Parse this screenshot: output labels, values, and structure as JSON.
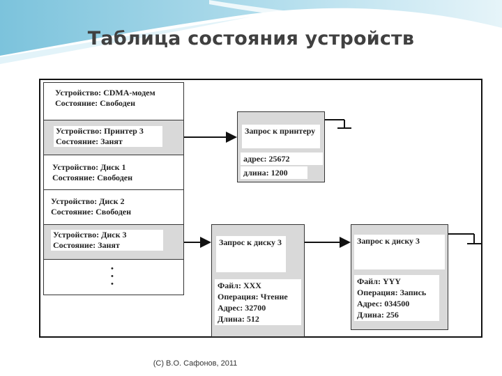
{
  "title": "Таблица состояния устройств",
  "table_rows": [
    {
      "device": "Устройство: CDMA-модем",
      "state": "Состояние: Свободен"
    },
    {
      "device": "Устройство: Принтер 3",
      "state": "Состояние: Занят"
    },
    {
      "device": "Устройство: Диск 1",
      "state": "Состояние: Свободен"
    },
    {
      "device": "Устройство: Диск 2",
      "state": "Состояние: Свободен"
    },
    {
      "device": "Устройство: Диск 3",
      "state": "Состояние: Занят"
    }
  ],
  "ellipsis": "•\n•\n•",
  "printer_request": {
    "title": "Запрос к принтеру",
    "address": "адрес: 25672",
    "length": "длина: 1200"
  },
  "disk_request_1": {
    "title": "Запрос к диску 3",
    "file": "Файл: ХХХ",
    "operation": "Операция: Чтение",
    "address": "Адрес: 32700",
    "length": "Длина: 512"
  },
  "disk_request_2": {
    "title": "Запрос к диску 3",
    "file": "Файл: YYY",
    "operation": "Операция: Запись",
    "address": "Адрес: 034500",
    "length": "Длина: 256"
  },
  "footer": "(С) В.О. Сафонов, 2011",
  "colors": {
    "frame": "#111111",
    "box_fill": "#d9d9d9",
    "title": "#404040",
    "wave": "#9fd3e6"
  }
}
